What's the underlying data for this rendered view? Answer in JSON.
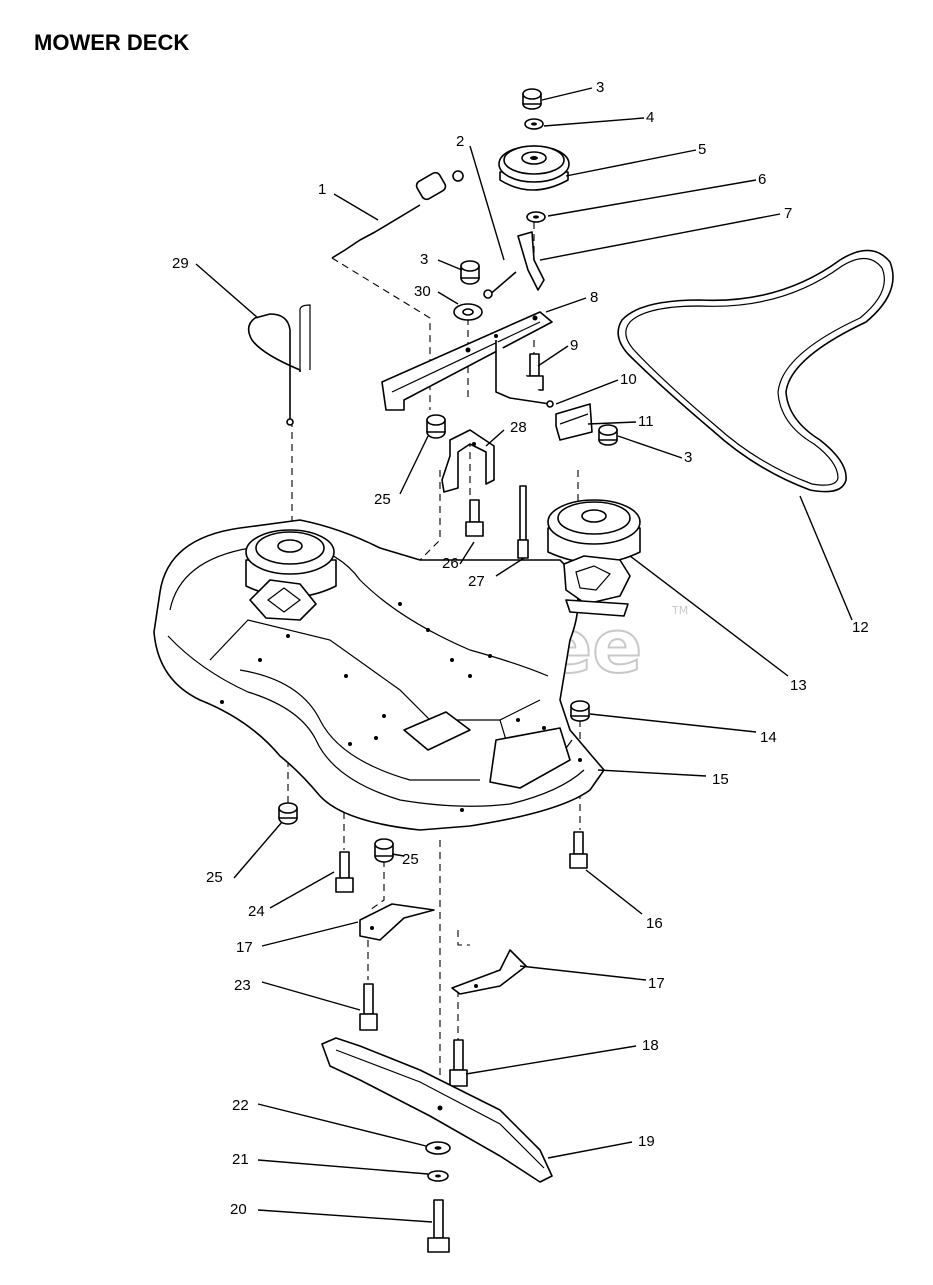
{
  "title": "MOWER DECK",
  "watermark": "PartsTree",
  "watermark_tm": "TM",
  "callouts": [
    "1",
    "2",
    "3",
    "3",
    "3",
    "4",
    "5",
    "6",
    "7",
    "8",
    "9",
    "10",
    "11",
    "12",
    "13",
    "14",
    "15",
    "16",
    "17",
    "17",
    "18",
    "19",
    "20",
    "21",
    "22",
    "23",
    "24",
    "25",
    "25",
    "25",
    "26",
    "27",
    "28",
    "29",
    "30"
  ]
}
